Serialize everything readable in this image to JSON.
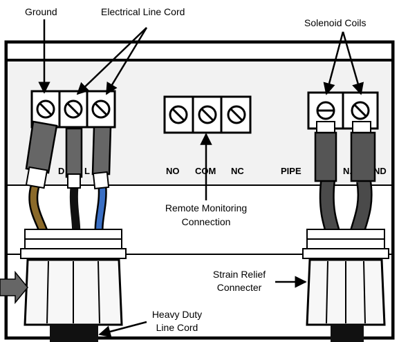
{
  "callouts": {
    "ground": "Ground",
    "line_cord": "Electrical Line Cord",
    "solenoid": "Solenoid Coils",
    "remote_line1": "Remote Monitoring",
    "remote_line2": "Connection",
    "strain_line1": "Strain Relief",
    "strain_line2": "Connecter",
    "heavy_line1": "Heavy Duty",
    "heavy_line2": "Line Cord"
  },
  "terminals": {
    "left_partial": "D",
    "left_partial2": "L",
    "no": "NO",
    "com": "COM",
    "nc": "NC",
    "pipe": "PIPE",
    "right_partial": "N.E",
    "right_partial2": "ND"
  },
  "colors": {
    "ground_wire": "#8b6a2a",
    "black_wire": "#111111",
    "blue_wire": "#3a6fc4",
    "coil_wire": "#4a4a4a",
    "panel": "#f2f2f2"
  }
}
